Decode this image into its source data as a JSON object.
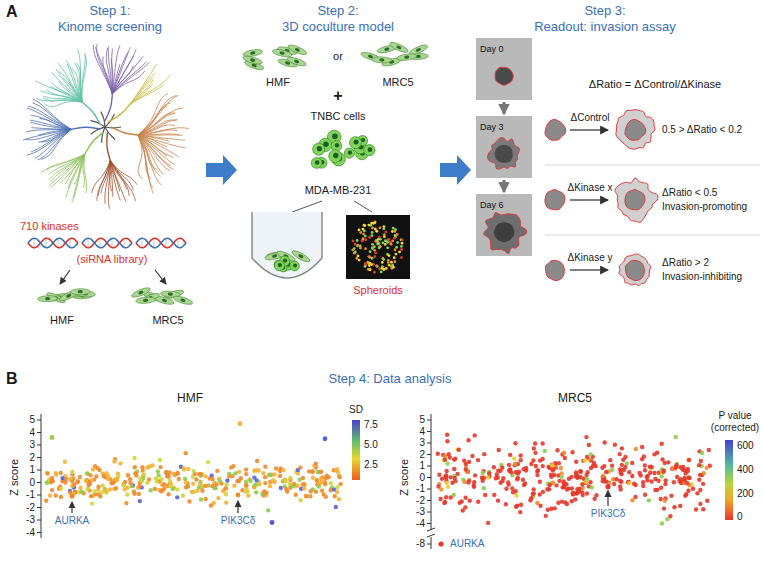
{
  "diagram": {
    "nodes": [
      {
        "text": [
          "Day 0"
        ]
      },
      {
        "text": [
          "Day 3"
        ]
      },
      {
        "text": [
          "Day 6"
        ]
      }
    ],
    "edges": [
      {
        "from": 0,
        "to": 1,
        "arrow": "to"
      },
      {
        "from": 1,
        "to": 2,
        "arrow": "to"
      }
    ],
    "labels": [
      "A",
      "Step 1:",
      "Kinome screening",
      "710 kinases",
      "(siRNA library)",
      "HMF",
      "MRC5",
      "Step 2:",
      "3D coculture model",
      "HMF",
      "or",
      "MRC5",
      "+",
      "TNBC cells",
      "MDA-MB-231",
      "Spheroids",
      "Step 3:",
      "Readout: invasion assay",
      "ΔRatio = ΔControl/ΔKinase",
      "ΔControl",
      "0.5 > ΔRatio < 0.2",
      "ΔKinase x",
      "ΔRatio < 0.5",
      "Invasion-promoting",
      "ΔKinase y",
      "ΔRatio > 2",
      "Invasion-inhibiting",
      "B",
      "Step 4: Data analysis",
      "HMF",
      "Z score",
      "5",
      "4",
      "3",
      "2",
      "1",
      "0",
      "-1",
      "-2",
      "-3",
      "-4",
      "AURKA",
      "PIK3Cδ",
      "SD",
      "7.5",
      "5.0",
      "2.5",
      "MRC5",
      "Z score",
      "5",
      "4",
      "3",
      "2",
      "1",
      "0",
      "-1",
      "-2",
      "-3",
      "-4",
      "-8",
      "AURKA",
      "PIK3Cδ",
      "P value (corrected)",
      "600",
      "400",
      "200",
      "0"
    ]
  }
}
